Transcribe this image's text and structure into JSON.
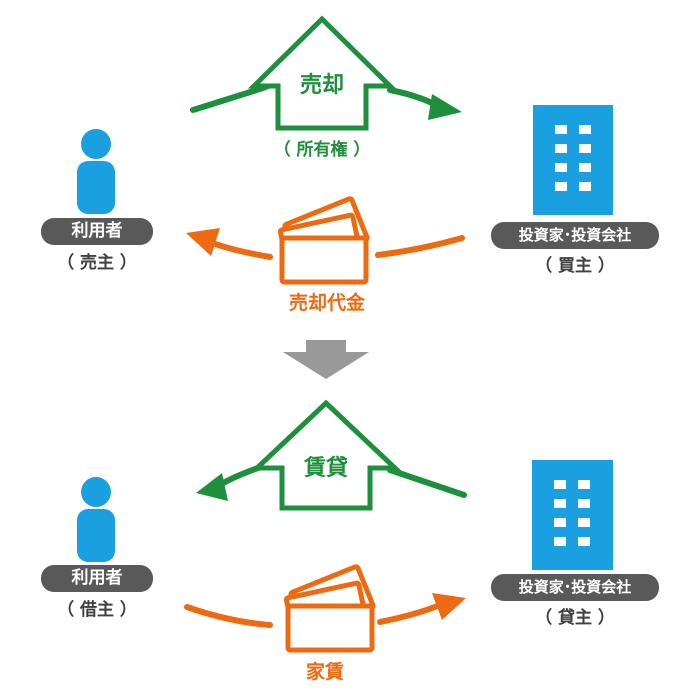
{
  "colors": {
    "green": "#1e8f3d",
    "orange": "#ee6a10",
    "person_blue": "#1aa0e0",
    "label_gray": "#595959",
    "transition_arrow": "#999999"
  },
  "icons": {
    "person": "person-icon",
    "building": "building-icon",
    "house": "house-arrow-icon",
    "money": "money-stack-icon",
    "down": "down-arrow-icon"
  },
  "top": {
    "user": {
      "label": "利用者",
      "role": "（ 売主 ）"
    },
    "investor": {
      "label": "投資家･投資会社",
      "role": "（ 買主 ）"
    },
    "house_label": "売却",
    "ownership_label": "（ 所有権 ）",
    "money_label": "売却代金"
  },
  "bottom": {
    "user": {
      "label": "利用者",
      "role": "（ 借主 ）"
    },
    "investor": {
      "label": "投資家･投資会社",
      "role": "（ 貸主 ）"
    },
    "house_label": "賃貸",
    "money_label": "家賃"
  }
}
